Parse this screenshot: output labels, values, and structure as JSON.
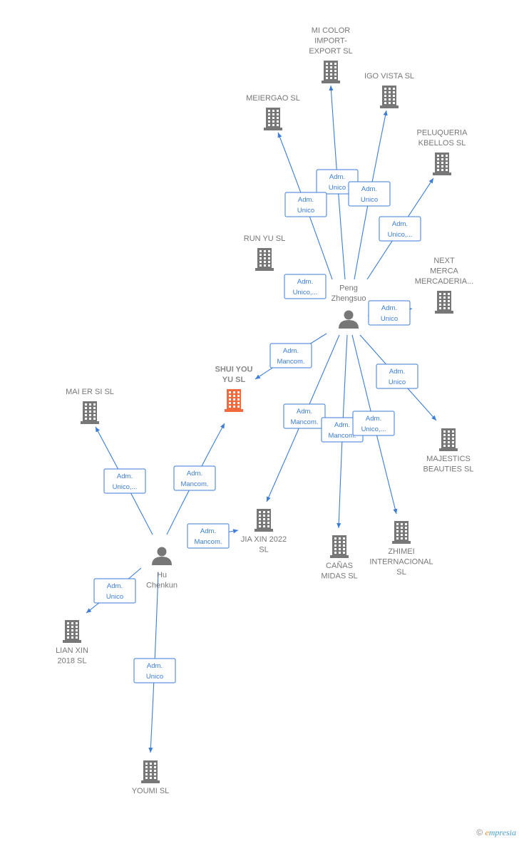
{
  "colors": {
    "edge": "#3b7dd8",
    "company": "#777777",
    "focus_company": "#f26a3b",
    "person": "#777777"
  },
  "persons": [
    {
      "id": "peng",
      "lines": [
        "Peng",
        "Zhengsuo"
      ]
    },
    {
      "id": "hu",
      "lines": [
        "Hu",
        "Chenkun"
      ]
    }
  ],
  "companies": [
    {
      "id": "micolor",
      "lines": [
        "MI COLOR",
        "IMPORT-",
        "EXPORT  SL"
      ]
    },
    {
      "id": "igovista",
      "lines": [
        "IGO VISTA  SL"
      ]
    },
    {
      "id": "meiergao",
      "lines": [
        "MEIERGAO  SL"
      ]
    },
    {
      "id": "peluqueria",
      "lines": [
        "PELUQUERIA",
        "KBELLOS SL"
      ]
    },
    {
      "id": "runyu",
      "lines": [
        "RUN YU  SL"
      ]
    },
    {
      "id": "nextmerca",
      "lines": [
        "NEXT",
        "MERCA",
        "MERCADERIA..."
      ]
    },
    {
      "id": "shuiyou",
      "lines": [
        "SHUI YOU",
        "YU  SL"
      ],
      "focus": true
    },
    {
      "id": "maiersi",
      "lines": [
        "MAI ER SI  SL"
      ]
    },
    {
      "id": "majestics",
      "lines": [
        "MAJESTICS",
        "BEAUTIES  SL"
      ]
    },
    {
      "id": "jiaxin",
      "lines": [
        "JIA XIN 2022",
        "SL"
      ]
    },
    {
      "id": "canas",
      "lines": [
        "CAÑAS",
        "MIDAS  SL"
      ]
    },
    {
      "id": "zhimei",
      "lines": [
        "ZHIMEI",
        "INTERNACIONAL",
        "SL"
      ]
    },
    {
      "id": "lianxin",
      "lines": [
        "LIAN XIN",
        "2018  SL"
      ]
    },
    {
      "id": "youmi",
      "lines": [
        "YOUMI  SL"
      ]
    }
  ],
  "edges": [
    {
      "from": "peng",
      "to": "micolor",
      "label": [
        "Adm.",
        "Unico"
      ]
    },
    {
      "from": "peng",
      "to": "igovista",
      "label": [
        "Adm.",
        "Unico"
      ]
    },
    {
      "from": "peng",
      "to": "meiergao",
      "label": [
        "Adm.",
        "Unico"
      ]
    },
    {
      "from": "peng",
      "to": "peluqueria",
      "label": [
        "Adm.",
        "Unico,..."
      ]
    },
    {
      "from": "peng",
      "to": "runyu",
      "label": [
        "Adm.",
        "Unico,..."
      ]
    },
    {
      "from": "peng",
      "to": "nextmerca",
      "label": [
        "Adm.",
        "Unico"
      ]
    },
    {
      "from": "peng",
      "to": "shuiyou",
      "label": [
        "Adm.",
        "Mancom."
      ]
    },
    {
      "from": "peng",
      "to": "majestics",
      "label": [
        "Adm.",
        "Unico"
      ]
    },
    {
      "from": "peng",
      "to": "jiaxin",
      "label": [
        "Adm.",
        "Mancom."
      ]
    },
    {
      "from": "peng",
      "to": "canas",
      "label": [
        "Adm.",
        "Mancom."
      ]
    },
    {
      "from": "peng",
      "to": "zhimei",
      "label": [
        "Adm.",
        "Unico,..."
      ]
    },
    {
      "from": "hu",
      "to": "maiersi",
      "label": [
        "Adm.",
        "Unico,..."
      ]
    },
    {
      "from": "hu",
      "to": "shuiyou",
      "label": [
        "Adm.",
        "Mancom."
      ]
    },
    {
      "from": "hu",
      "to": "jiaxin",
      "label": [
        "Adm.",
        "Mancom."
      ]
    },
    {
      "from": "hu",
      "to": "lianxin",
      "label": [
        "Adm.",
        "Unico"
      ]
    },
    {
      "from": "hu",
      "to": "youmi",
      "label": [
        "Adm.",
        "Unico"
      ]
    }
  ],
  "footer": {
    "copyright": "©",
    "brand_initial": "e",
    "brand_rest": "mpresia"
  }
}
